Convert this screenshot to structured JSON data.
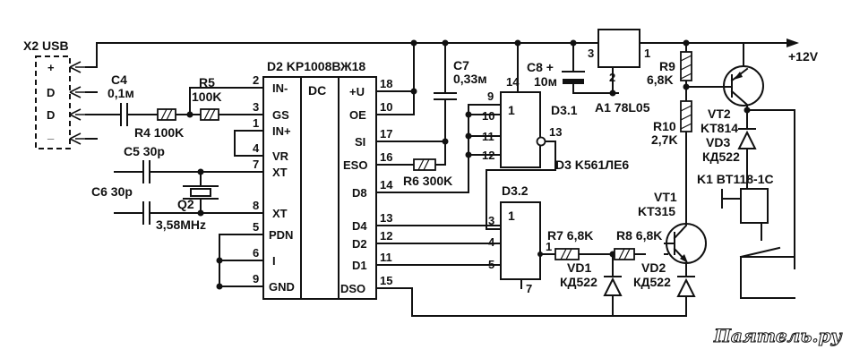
{
  "connector": {
    "name": "X2 USB",
    "pins": [
      "+",
      "D",
      "D",
      "_"
    ]
  },
  "power_label": "+12V",
  "ic_d2": {
    "name": "D2 KP1008ВЖ18",
    "block_label": "DC",
    "left_pins": [
      {
        "num": "2",
        "sig": "IN-"
      },
      {
        "num": "3",
        "sig": "GS"
      },
      {
        "num": "1",
        "sig": "IN+"
      },
      {
        "num": "4",
        "sig": "VR"
      },
      {
        "num": "7",
        "sig": "XT"
      },
      {
        "num": "8",
        "sig": "XT"
      },
      {
        "num": "5",
        "sig": "PDN"
      },
      {
        "num": "6",
        "sig": "I"
      },
      {
        "num": "9",
        "sig": "GND"
      }
    ],
    "right_pins": [
      {
        "num": "18",
        "sig": "+U"
      },
      {
        "num": "10",
        "sig": "OE"
      },
      {
        "num": "17",
        "sig": "SI"
      },
      {
        "num": "16",
        "sig": "ESO"
      },
      {
        "num": "14",
        "sig": "D8"
      },
      {
        "num": "13",
        "sig": "D4"
      },
      {
        "num": "12",
        "sig": "D2"
      },
      {
        "num": "11",
        "sig": "D1"
      },
      {
        "num": "15",
        "sig": "DSO"
      }
    ]
  },
  "d3_1": {
    "name": "D3.1",
    "label": "1",
    "pin_top": "14",
    "pins_in": [
      "9",
      "10",
      "11",
      "12"
    ],
    "pin_out": "13"
  },
  "d3_2": {
    "name": "D3.2",
    "label": "1",
    "pins_in": [
      "3",
      "4",
      "5"
    ],
    "pin_out": "1",
    "pin_bottom": "7"
  },
  "d3_note": "D3 K561ЛЕ6",
  "components": {
    "c4": [
      "C4",
      "0,1м"
    ],
    "r4": "R4 100K",
    "r5": [
      "R5",
      "100K"
    ],
    "c5": "C5 30p",
    "c6": "C6 30p",
    "q2": [
      "Q2",
      "3,58MHz"
    ],
    "c7": [
      "C7",
      "0,33м"
    ],
    "r6": "R6 300K",
    "c8": [
      "C8 +",
      "10м"
    ],
    "a1": {
      "name": "A1 78L05",
      "pins": [
        "3",
        "2",
        "1"
      ]
    },
    "r9": [
      "R9",
      "6,8K"
    ],
    "r10": [
      "R10",
      "2,7K"
    ],
    "vt2": [
      "VT2",
      "KT814"
    ],
    "vd3": [
      "VD3",
      "КД522"
    ],
    "k1": "K1 BT118-1C",
    "vt1": [
      "VT1",
      "KT315"
    ],
    "r7": "R7 6,8K",
    "r8": "R8 6,8K",
    "vd1": [
      "VD1",
      "КД522"
    ],
    "vd2": [
      "VD2",
      "КД522"
    ]
  },
  "watermark": "Паятель.ру"
}
